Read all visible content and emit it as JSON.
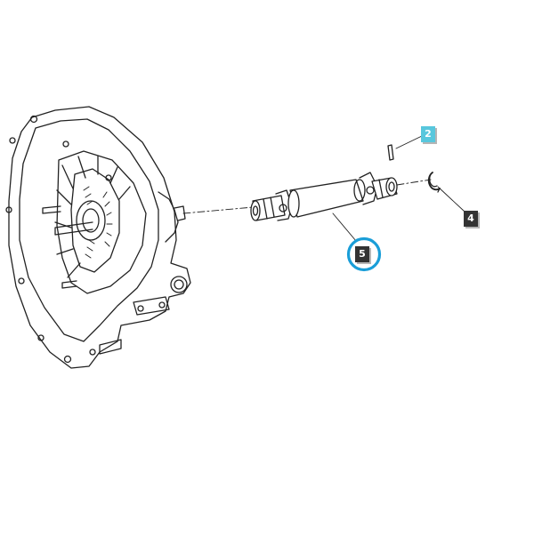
{
  "diagram": {
    "callouts": [
      {
        "id": "2",
        "label": "2",
        "style": "highlight",
        "color": "#58c7dd"
      },
      {
        "id": "4",
        "label": "4",
        "style": "default",
        "color": "#333333"
      },
      {
        "id": "5",
        "label": "5",
        "style": "selected",
        "color": "#333333",
        "ring_color": "#1a9ed8"
      }
    ],
    "line_color": "#222222"
  }
}
